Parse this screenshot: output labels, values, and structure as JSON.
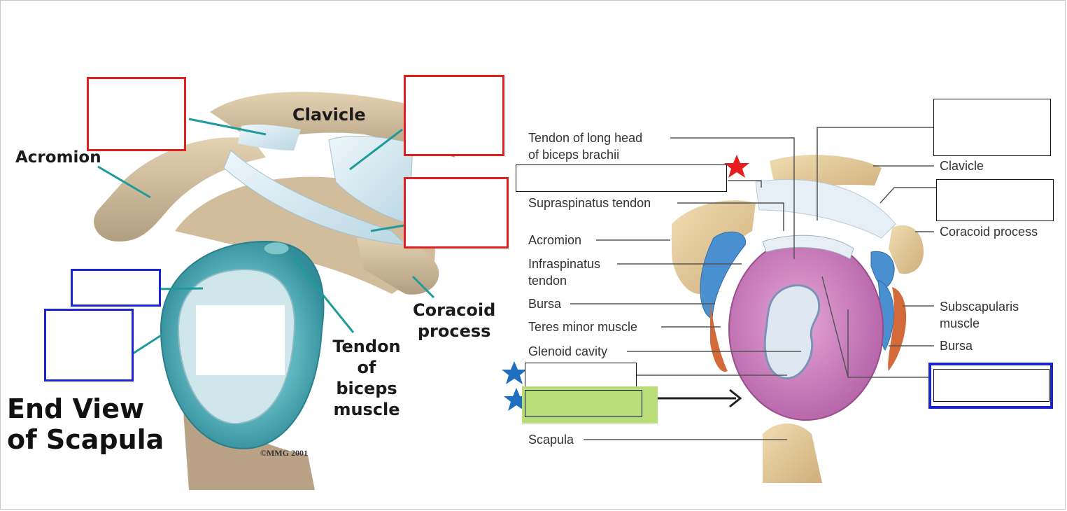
{
  "left_diagram": {
    "labels": {
      "clavicle": "Clavicle",
      "acromion": "Acromion",
      "coracoid": "Coracoid\nprocess",
      "tendon": "Tendon\nof\nbiceps\nmuscle",
      "title": "End View\nof Scapula",
      "copyright": "©MMG 2001"
    }
  },
  "right_diagram": {
    "labels": {
      "tendon_biceps": "Tendon of long head\nof biceps brachii",
      "supraspinatus": "Supraspinatus tendon",
      "acromion": "Acromion",
      "infraspinatus": "Infraspinatus\ntendon",
      "bursa_left": "Bursa",
      "teres_minor": "Teres minor muscle",
      "glenoid": "Glenoid cavity",
      "scapula": "Scapula",
      "clavicle": "Clavicle",
      "coracoid": "Coracoid process",
      "subscapularis": "Subscapularis\nmuscle",
      "bursa_right": "Bursa"
    }
  },
  "colors": {
    "red_box": "#e02020",
    "blue_box": "#1a25d0",
    "highlight": "#b9dd78",
    "star_red": "#e61e1e",
    "star_blue": "#1e6fc0"
  }
}
